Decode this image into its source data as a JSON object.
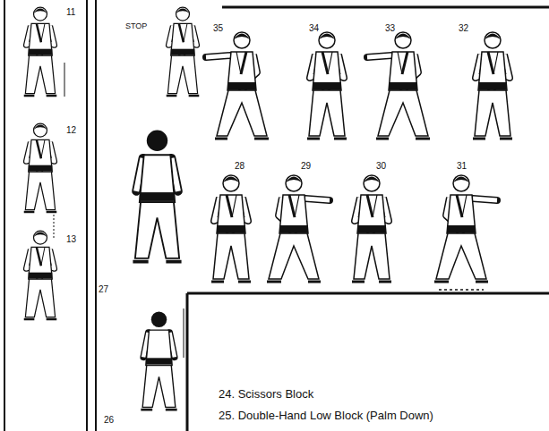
{
  "diagram": {
    "labels": [
      "11",
      "STOP",
      "35",
      "34",
      "33",
      "32",
      "28",
      "29",
      "30",
      "31",
      "12",
      "27",
      "13",
      "26",
      "24. Scissors Block",
      "25. Double-Hand Low Block (Palm Down)"
    ]
  }
}
